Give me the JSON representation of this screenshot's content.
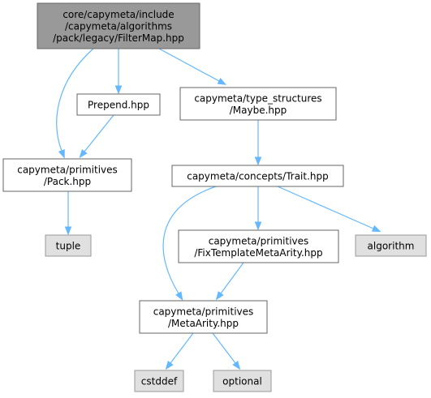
{
  "colors": {
    "root_fill": "#999999",
    "root_border": "#666666",
    "node_fill": "#ffffff",
    "node_border": "#666666",
    "external_fill": "#e0e0e0",
    "external_border": "#999999",
    "edge": "#63b8ff"
  },
  "nodes": [
    {
      "id": "filtermap",
      "kind": "root",
      "lines": [
        "core/capymeta/include",
        "/capymeta/algorithms",
        "/pack/legacy/FilterMap.hpp"
      ]
    },
    {
      "id": "prepend",
      "kind": "file",
      "lines": [
        "Prepend.hpp"
      ]
    },
    {
      "id": "maybe",
      "kind": "file",
      "lines": [
        "capymeta/type_structures",
        "/Maybe.hpp"
      ]
    },
    {
      "id": "pack",
      "kind": "file",
      "lines": [
        "capymeta/primitives",
        "/Pack.hpp"
      ]
    },
    {
      "id": "trait",
      "kind": "file",
      "lines": [
        "capymeta/concepts/Trait.hpp"
      ]
    },
    {
      "id": "tuple",
      "kind": "external",
      "lines": [
        "tuple"
      ]
    },
    {
      "id": "fixtemplate",
      "kind": "file",
      "lines": [
        "capymeta/primitives",
        "/FixTemplateMetaArity.hpp"
      ]
    },
    {
      "id": "algorithm",
      "kind": "external",
      "lines": [
        "algorithm"
      ]
    },
    {
      "id": "metaarity",
      "kind": "file",
      "lines": [
        "capymeta/primitives",
        "/MetaArity.hpp"
      ]
    },
    {
      "id": "cstddef",
      "kind": "external",
      "lines": [
        "cstddef"
      ]
    },
    {
      "id": "optional",
      "kind": "external",
      "lines": [
        "optional"
      ]
    }
  ],
  "edges": [
    {
      "from": "filtermap",
      "to": "pack"
    },
    {
      "from": "filtermap",
      "to": "prepend"
    },
    {
      "from": "filtermap",
      "to": "maybe"
    },
    {
      "from": "prepend",
      "to": "pack"
    },
    {
      "from": "pack",
      "to": "tuple"
    },
    {
      "from": "maybe",
      "to": "trait"
    },
    {
      "from": "trait",
      "to": "metaarity"
    },
    {
      "from": "trait",
      "to": "fixtemplate"
    },
    {
      "from": "trait",
      "to": "algorithm"
    },
    {
      "from": "fixtemplate",
      "to": "metaarity"
    },
    {
      "from": "metaarity",
      "to": "cstddef"
    },
    {
      "from": "metaarity",
      "to": "optional"
    }
  ]
}
